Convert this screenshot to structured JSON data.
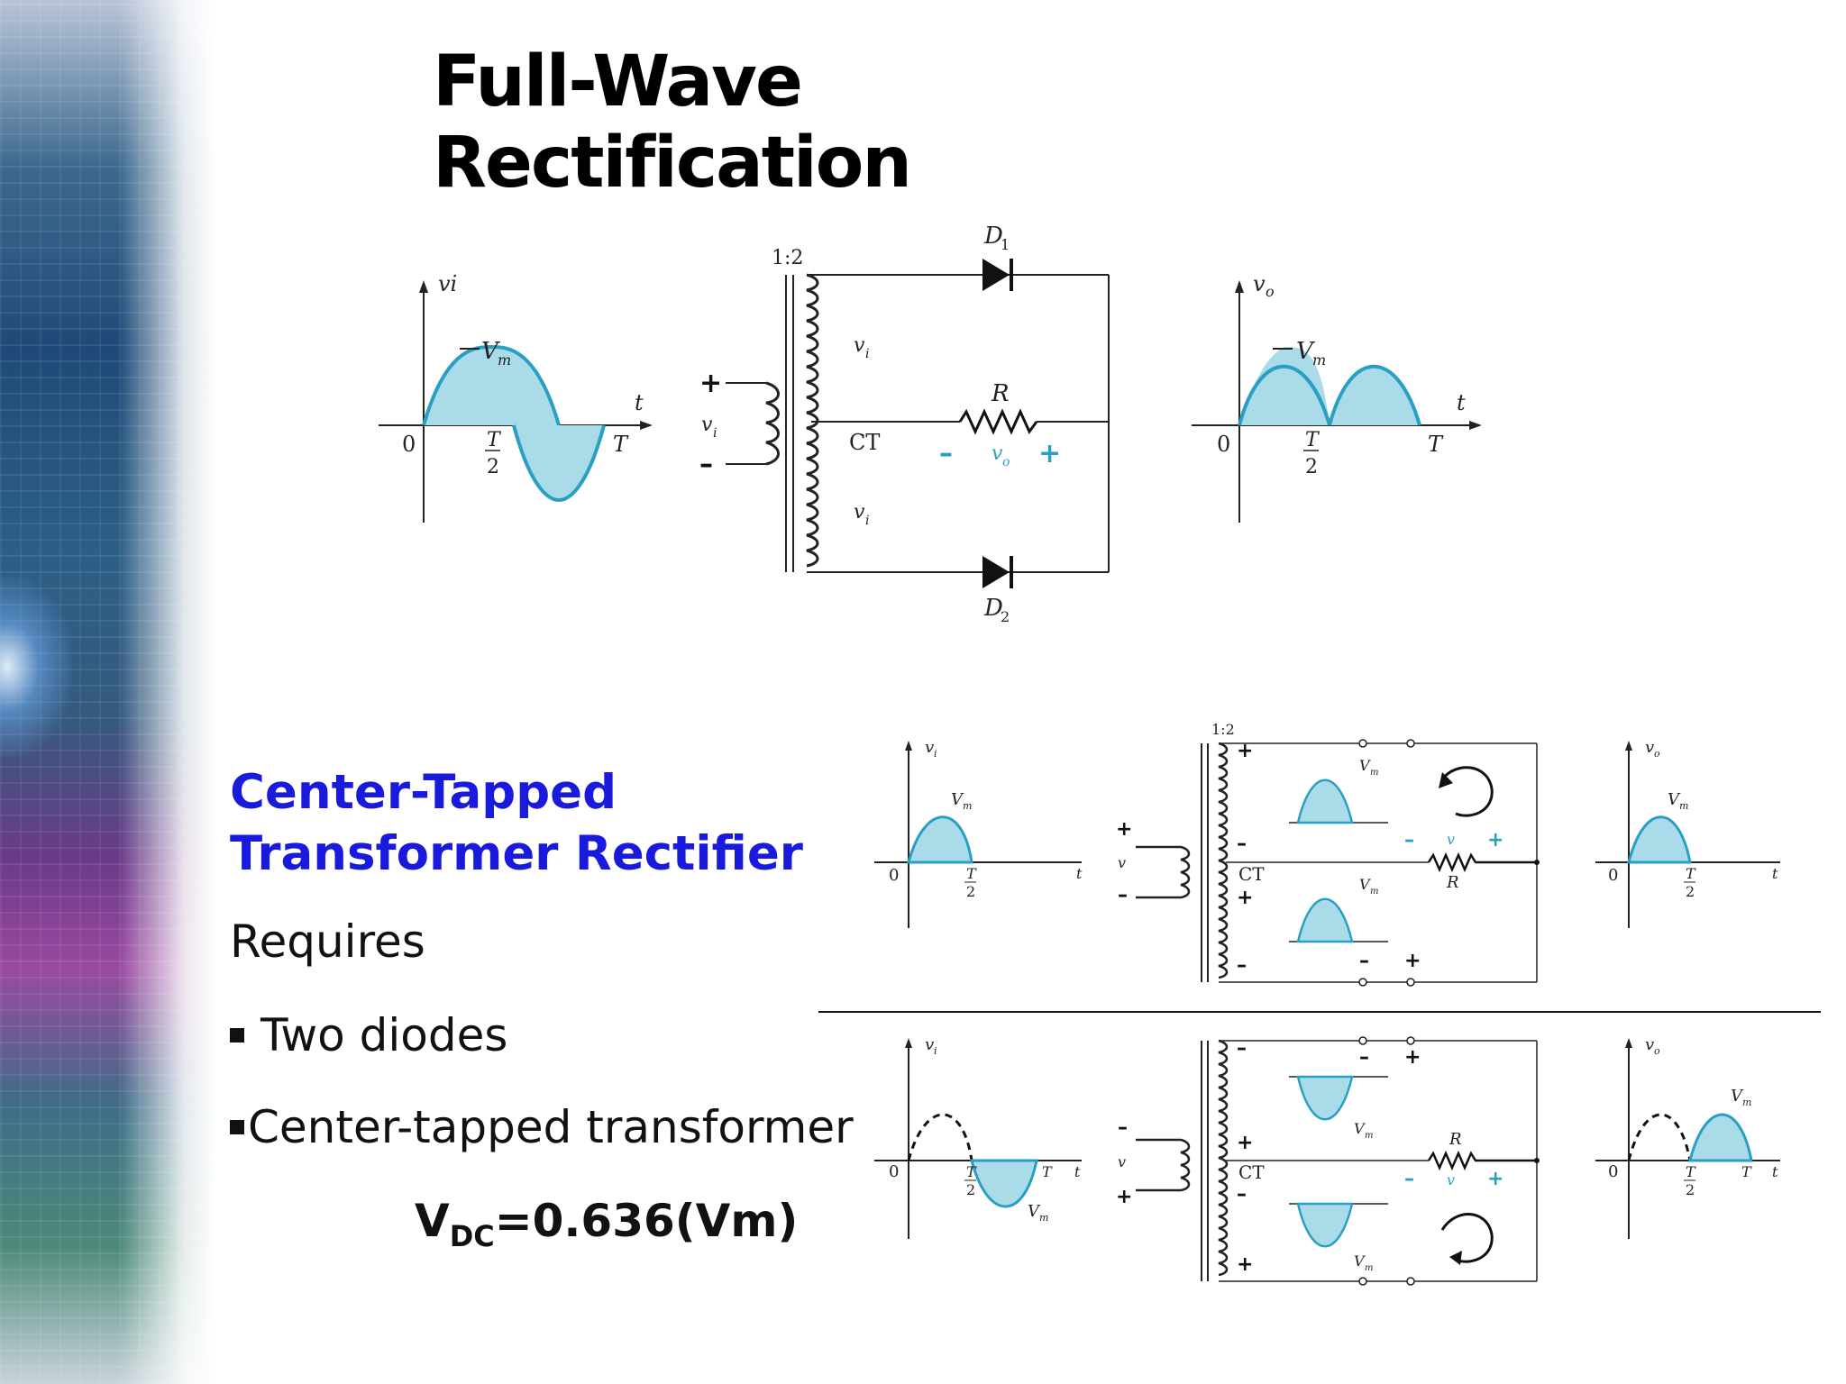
{
  "title": "Full-Wave Rectification",
  "top_diagram": {
    "input_axis_label": "vi",
    "input_axis_sub": "i",
    "input_peak_label": "Vm",
    "input_peak_sub": "m",
    "t_label": "t",
    "zero_label": "0",
    "half_period_num": "T",
    "half_period_den": "2",
    "period_label": "T",
    "ratio_label": "1:2",
    "diode1_label": "D",
    "diode1_sub": "1",
    "diode2_label": "D",
    "diode2_sub": "2",
    "resistor_label": "R",
    "center_tap_label": "CT",
    "vo_label": "v",
    "vo_sub": "o",
    "plus": "+",
    "minus": "–",
    "output_axis_label": "v",
    "output_axis_sub": "o"
  },
  "text_panel": {
    "subtitle": "Center-Tapped Transformer Rectifier",
    "requires": "Requires",
    "bullets": [
      "Two diodes",
      "Center-tapped transformer"
    ],
    "formula_main": "V",
    "formula_sub": "DC",
    "formula_rest": "=0.636(Vm)"
  },
  "colors": {
    "wave_fill": "#a9dbe8",
    "wave_stroke": "#2a9fc4",
    "subtitle_blue": "#1a1adc"
  }
}
